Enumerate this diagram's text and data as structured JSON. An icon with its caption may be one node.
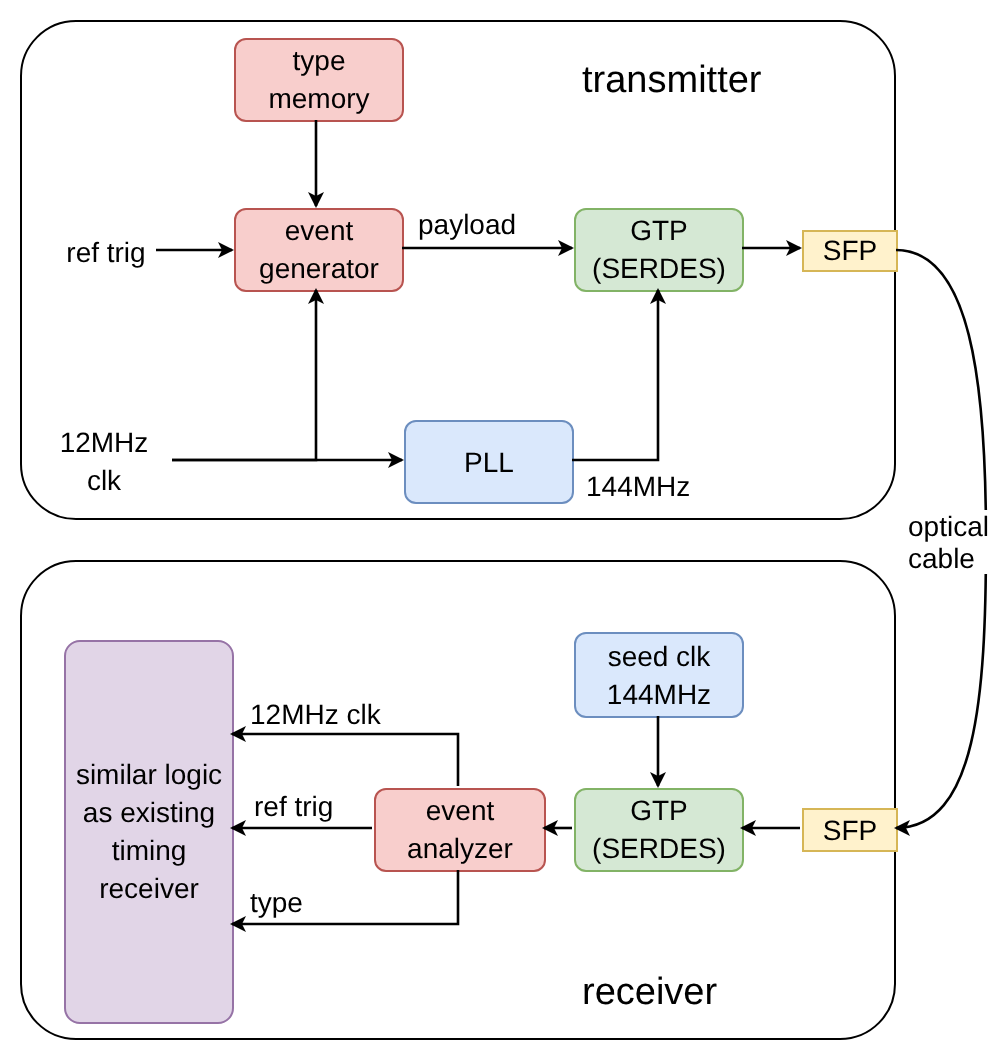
{
  "diagram": {
    "nodes": [
      {
        "text": [
          "transmitter"
        ]
      },
      {
        "text": [
          "type memory"
        ],
        "in": 0
      },
      {
        "text": [
          "event generator"
        ],
        "in": 0
      },
      {
        "text": [
          "GTP (SERDES)"
        ],
        "in": 0
      },
      {
        "text": [
          "SFP"
        ],
        "in": 0
      },
      {
        "text": [
          "ref trig"
        ],
        "in": 0
      },
      {
        "text": [
          "12MHz clk"
        ],
        "in": 0
      },
      {
        "text": [
          "PLL"
        ],
        "in": 0
      },
      {
        "text": [
          "receiver"
        ]
      },
      {
        "text": [
          "similar logic as existing timing receiver"
        ],
        "in": 8
      },
      {
        "text": [
          "event analyzer"
        ],
        "in": 8
      },
      {
        "text": [
          "GTP (SERDES)"
        ],
        "in": 8
      },
      {
        "text": [
          "seed clk 144MHz"
        ],
        "in": 8
      },
      {
        "text": [
          "SFP"
        ],
        "in": 8
      }
    ],
    "edges": [
      {
        "from": 1,
        "to": 2,
        "arrow": "to"
      },
      {
        "from": 5,
        "to": 2,
        "arrow": "to"
      },
      {
        "from": 2,
        "to": 3,
        "arrow": "to",
        "label": "payload"
      },
      {
        "from": 3,
        "to": 4,
        "arrow": "to"
      },
      {
        "from": 6,
        "to": 2,
        "arrow": "to"
      },
      {
        "from": 6,
        "to": 7,
        "arrow": "to"
      },
      {
        "from": 7,
        "to": 3,
        "arrow": "to",
        "label": "144MHz"
      },
      {
        "from": 4,
        "to": 13,
        "arrow": "to",
        "label": "optical cable"
      },
      {
        "from": 12,
        "to": 11,
        "arrow": "to"
      },
      {
        "from": 13,
        "to": 11,
        "arrow": "to"
      },
      {
        "from": 11,
        "to": 10,
        "arrow": "to"
      },
      {
        "from": 10,
        "to": 9,
        "arrow": "to",
        "label": "12MHz clk"
      },
      {
        "from": 10,
        "to": 9,
        "arrow": "to",
        "label": "ref trig"
      },
      {
        "from": 10,
        "to": 9,
        "arrow": "to",
        "label": "type"
      }
    ]
  }
}
